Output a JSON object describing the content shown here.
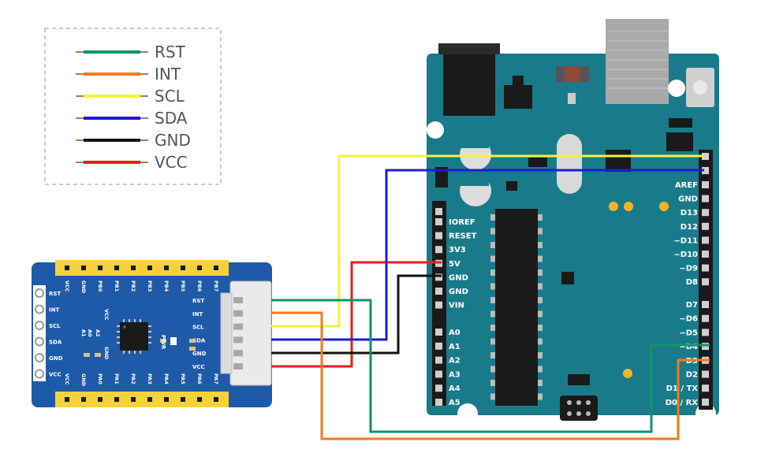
{
  "legend": [
    {
      "label": "RST",
      "color": "#12926a"
    },
    {
      "label": "INT",
      "color": "#f47a1e"
    },
    {
      "label": "SCL",
      "color": "#f4f43a"
    },
    {
      "label": "SDA",
      "color": "#1c1cd6"
    },
    {
      "label": "GND",
      "color": "#111111"
    },
    {
      "label": "VCC",
      "color": "#ee1c1c"
    }
  ],
  "module": {
    "connector_pins": [
      "RST",
      "INT",
      "SCL",
      "SDA",
      "GND",
      "VCC"
    ],
    "left_pins": [
      "RST",
      "INT",
      "SCL",
      "SDA",
      "GND",
      "VCC"
    ],
    "top_header": [
      "VCC",
      "GND",
      "PB0",
      "PB1",
      "PB2",
      "PB3",
      "PB4",
      "PB5",
      "PB6",
      "PB7"
    ],
    "bottom_header": [
      "VCC",
      "GND",
      "PA0",
      "PA1",
      "PA2",
      "PA3",
      "PA4",
      "PA5",
      "PA6",
      "PA7"
    ],
    "side_labels": [
      "VCC",
      "GND",
      "A0",
      "A1",
      "A2"
    ],
    "pwr_label": "PWR"
  },
  "arduino": {
    "power_labels": [
      "IOREF",
      "RESET",
      "3V3",
      "5V",
      "GND",
      "GND",
      "VIN"
    ],
    "analog_labels": [
      "A0",
      "A1",
      "A2",
      "A3",
      "A4",
      "A5"
    ],
    "digital_top_labels": [
      "AREF",
      "GND",
      "D13",
      "D12",
      "~D11",
      "~D10",
      "~D9",
      "D8"
    ],
    "digital_bottom_labels": [
      "D7",
      "~D6",
      "~D5",
      "~D4",
      "D3",
      "D2",
      "D1 / TX",
      "D0 / RX"
    ]
  }
}
